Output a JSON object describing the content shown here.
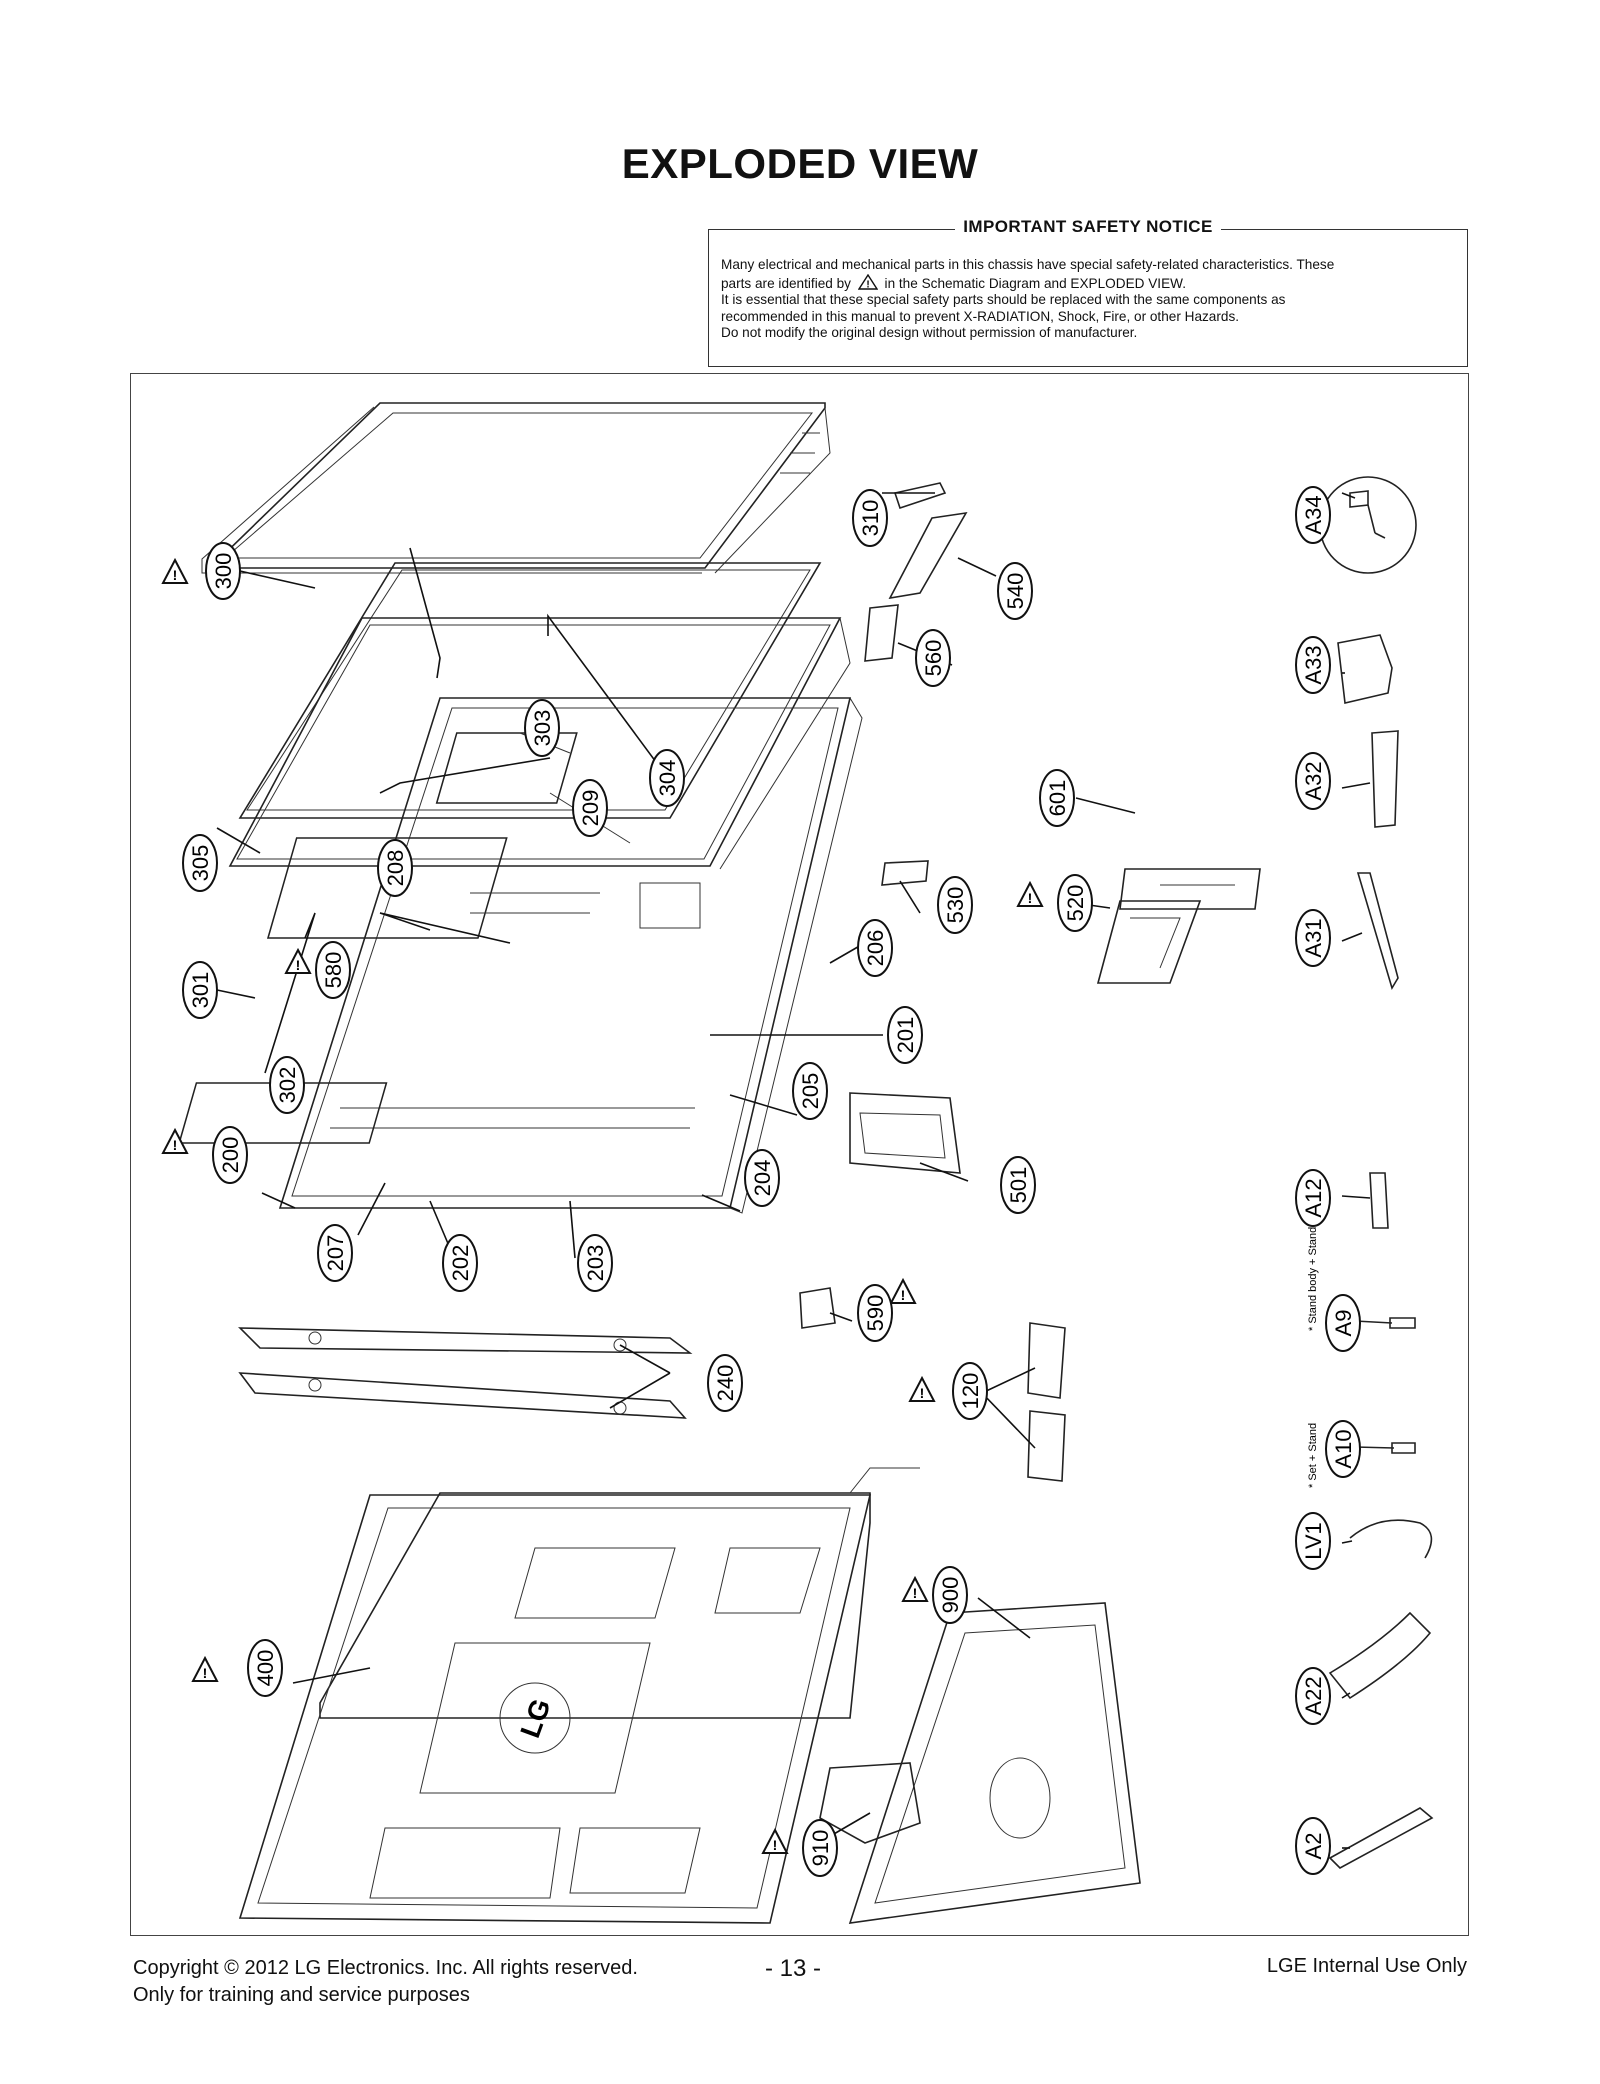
{
  "page": {
    "title": "EXPLODED VIEW"
  },
  "safety_notice": {
    "heading": "IMPORTANT SAFETY NOTICE",
    "line1": "Many electrical and mechanical parts in this chassis have special safety-related characteristics. These",
    "line2_before": "parts are identified by",
    "line2_after": "in the Schematic Diagram and EXPLODED VIEW.",
    "line3": "It is essential that these special safety parts should be replaced with the same components as",
    "line4": "recommended in this manual to prevent X-RADIATION, Shock, Fire, or other Hazards.",
    "line5": "Do not modify the original design without permission of manufacturer."
  },
  "diagram": {
    "parts": {
      "p300": "300",
      "p305": "305",
      "p301": "301",
      "p302": "302",
      "p303": "303",
      "p304": "304",
      "p208": "208",
      "p209": "209",
      "p580": "580",
      "p200": "200",
      "p207": "207",
      "p202": "202",
      "p203": "203",
      "p204": "204",
      "p205": "205",
      "p201": "201",
      "p206": "206",
      "p530": "530",
      "p310": "310",
      "p540": "540",
      "p560": "560",
      "p601": "601",
      "p520": "520",
      "p501": "501",
      "p590": "590",
      "p120": "120",
      "p240": "240",
      "p400": "400",
      "p900": "900",
      "p910": "910",
      "pA34": "A34",
      "pA33": "A33",
      "pA32": "A32",
      "pA31": "A31",
      "pA12": "A12",
      "pA9": "A9",
      "pA10": "A10",
      "pLV1": "LV1",
      "pA22": "A22",
      "pA2": "A2"
    },
    "notes": {
      "stand_body_base": "* Stand body + Stand Base",
      "set_stand": "* Set + Stand"
    },
    "logo_text": "LG",
    "warning_icon": "warning-triangle-icon"
  },
  "footer": {
    "copyright": "Copyright  © 2012  LG Electronics. Inc. All rights reserved.",
    "training": "Only for training and service purposes",
    "page_number": "- 13 -",
    "internal": "LGE Internal Use Only"
  }
}
